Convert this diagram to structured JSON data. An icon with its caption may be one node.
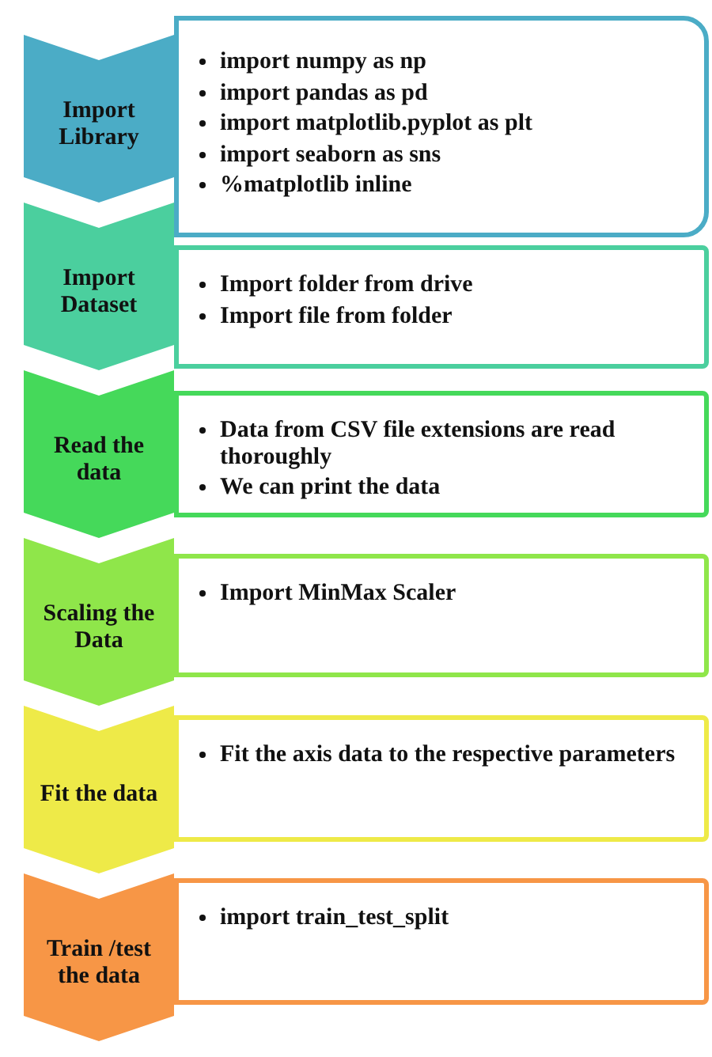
{
  "diagram": {
    "nodes": [
      {
        "text": [
          "Import Library"
        ]
      },
      {
        "text": [
          "import numpy as np",
          "import pandas as pd",
          "import matplotlib.pyplot  as plt",
          "import seaborn as sns",
          "%matplotlib inline"
        ]
      },
      {
        "text": [
          "Import Dataset"
        ]
      },
      {
        "text": [
          "Import folder from drive",
          "Import file from folder"
        ]
      },
      {
        "text": [
          "Read the data"
        ]
      },
      {
        "text": [
          "Data from CSV file extensions are read thoroughly",
          "We can print the data"
        ]
      },
      {
        "text": [
          "Scaling the Data"
        ]
      },
      {
        "text": [
          "Import MinMax Scaler"
        ]
      },
      {
        "text": [
          "Fit the data"
        ]
      },
      {
        "text": [
          "Fit the axis data to the respective parameters"
        ]
      },
      {
        "text": [
          "Train /test the data"
        ]
      },
      {
        "text": [
          "import train_test_split"
        ]
      }
    ]
  }
}
